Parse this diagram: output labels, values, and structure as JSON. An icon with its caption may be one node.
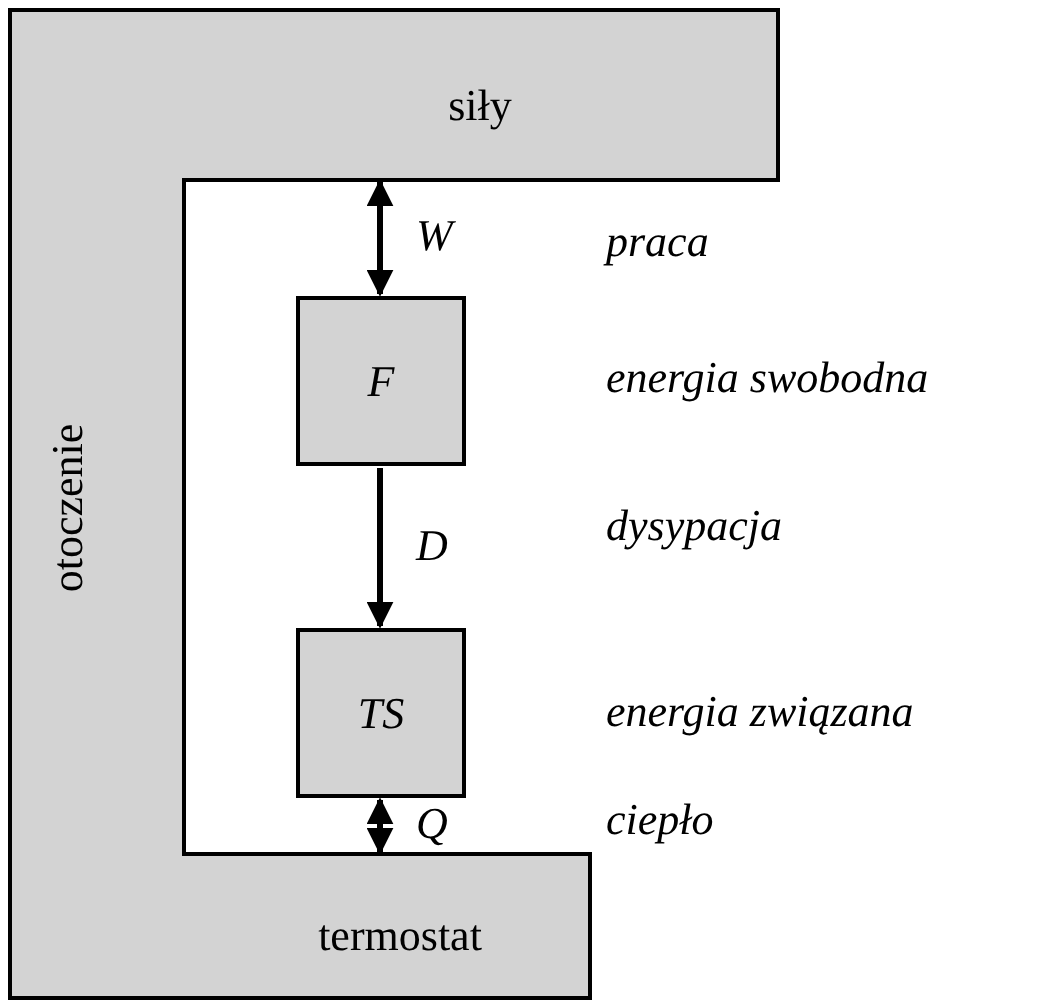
{
  "diagram": {
    "nodes": [
      {
        "text": [
          "siły",
          "otoczenie",
          "termostat"
        ]
      },
      {
        "text": [
          "F"
        ]
      },
      {
        "text": [
          "TS"
        ]
      }
    ],
    "edges": [
      {
        "from": 0,
        "to": 1,
        "arrow": "both",
        "label": "W"
      },
      {
        "from": 1,
        "to": 2,
        "arrow": "to",
        "label": "D"
      },
      {
        "from": 2,
        "to": 0,
        "arrow": "both",
        "label": "Q"
      }
    ],
    "labels": [
      "praca",
      "energia swobodna",
      "dysypacja",
      "energia związana",
      "ciepło"
    ]
  }
}
